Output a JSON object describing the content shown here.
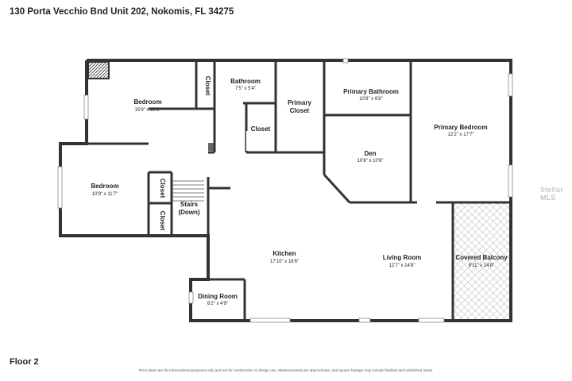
{
  "header": {
    "address": "130 Porta Vecchio Bnd Unit 202, Nokomis, FL 34275"
  },
  "footer": {
    "floor": "Floor 2",
    "disclaimer": "Floor plans are for informational purposes only and not for construction or design use. Measurements are approximate, and square footage may include finished and unfinished areas."
  },
  "watermark": "Stellar MLS",
  "rooms": {
    "bedroom_top": {
      "name": "Bedroom",
      "dims": "15'9\" x 10'1\""
    },
    "closet_a": {
      "name": "Closet"
    },
    "bathroom": {
      "name": "Bathroom",
      "dims": "7'5\" x 5'4\""
    },
    "closet_b": {
      "name": "Closet"
    },
    "primary_closet": {
      "line1": "Primary",
      "line2": "Closet"
    },
    "primary_bathroom": {
      "name": "Primary Bathroom",
      "dims": "10'8\" x 6'8\""
    },
    "primary_bedroom": {
      "name": "Primary Bedroom",
      "dims": "12'2\" x 17'7\""
    },
    "den": {
      "name": "Den",
      "dims": "10'8\" x 10'6\""
    },
    "bedroom_left": {
      "name": "Bedroom",
      "dims": "10'9\" x 11'7\""
    },
    "closet_c": {
      "name": "Closet"
    },
    "closet_d": {
      "name": "Closet"
    },
    "stairs": {
      "line1": "Stairs",
      "line2": "(Down)"
    },
    "kitchen": {
      "name": "Kitchen",
      "dims": "17'10\" x 16'6\""
    },
    "living_room": {
      "name": "Living Room",
      "dims": "12'7\" x 14'8\""
    },
    "covered_balcony": {
      "name": "Covered Balcony",
      "dims": "6'11\" x 14'8\""
    },
    "dining_room": {
      "name": "Dining Room",
      "dims": "6'2\" x 4'9\""
    }
  }
}
